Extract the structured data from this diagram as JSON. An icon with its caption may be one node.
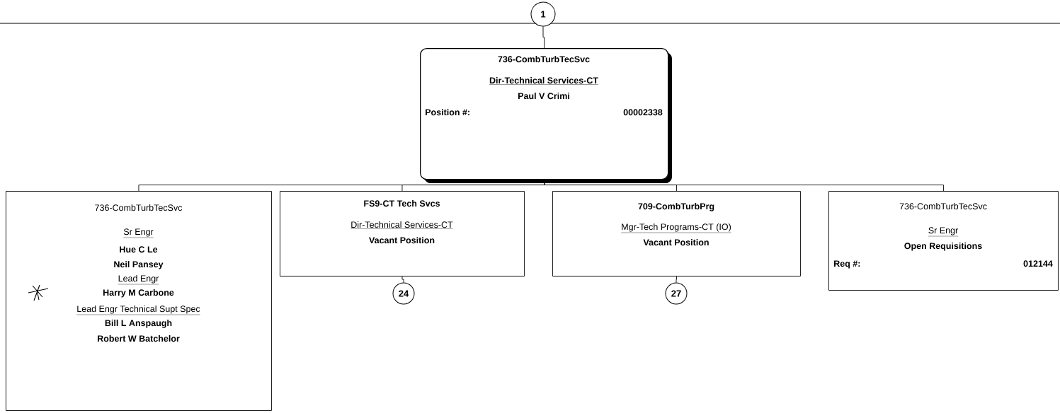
{
  "diagram": {
    "nodes": [
      {
        "text": [
          "1"
        ]
      },
      {
        "text": [
          "736-CombTurbTecSvc",
          "Dir-Technical Services-CT",
          "Paul V Crimi",
          "Position #:",
          "00002338"
        ]
      },
      {
        "text": [
          "736-CombTurbTecSvc",
          "Sr Engr",
          "Hue C Le",
          "Neil  Pansey",
          "Lead Engr",
          "Harry M Carbone",
          "Lead Engr Technical Supt Spec",
          "Bill L Anspaugh",
          "Robert W Batchelor"
        ]
      },
      {
        "text": [
          "FS9-CT Tech Svcs",
          "Dir-Technical Services-CT",
          "Vacant Position"
        ]
      },
      {
        "text": [
          "709-CombTurbPrg",
          "Mgr-Tech Programs-CT (IO)",
          "Vacant Position"
        ]
      },
      {
        "text": [
          "736-CombTurbTecSvc",
          "Sr Engr",
          "Open Requisitions",
          "Req #:",
          "012144"
        ]
      },
      {
        "text": [
          "24"
        ]
      },
      {
        "text": [
          "27"
        ]
      }
    ],
    "edges": [
      {
        "from": 0,
        "to": 1,
        "arrow": "none"
      },
      {
        "from": 1,
        "to": 2,
        "arrow": "none"
      },
      {
        "from": 1,
        "to": 3,
        "arrow": "none"
      },
      {
        "from": 1,
        "to": 4,
        "arrow": "none"
      },
      {
        "from": 1,
        "to": 5,
        "arrow": "none"
      },
      {
        "from": 3,
        "to": 6,
        "arrow": "none"
      },
      {
        "from": 4,
        "to": 7,
        "arrow": "none"
      }
    ]
  }
}
